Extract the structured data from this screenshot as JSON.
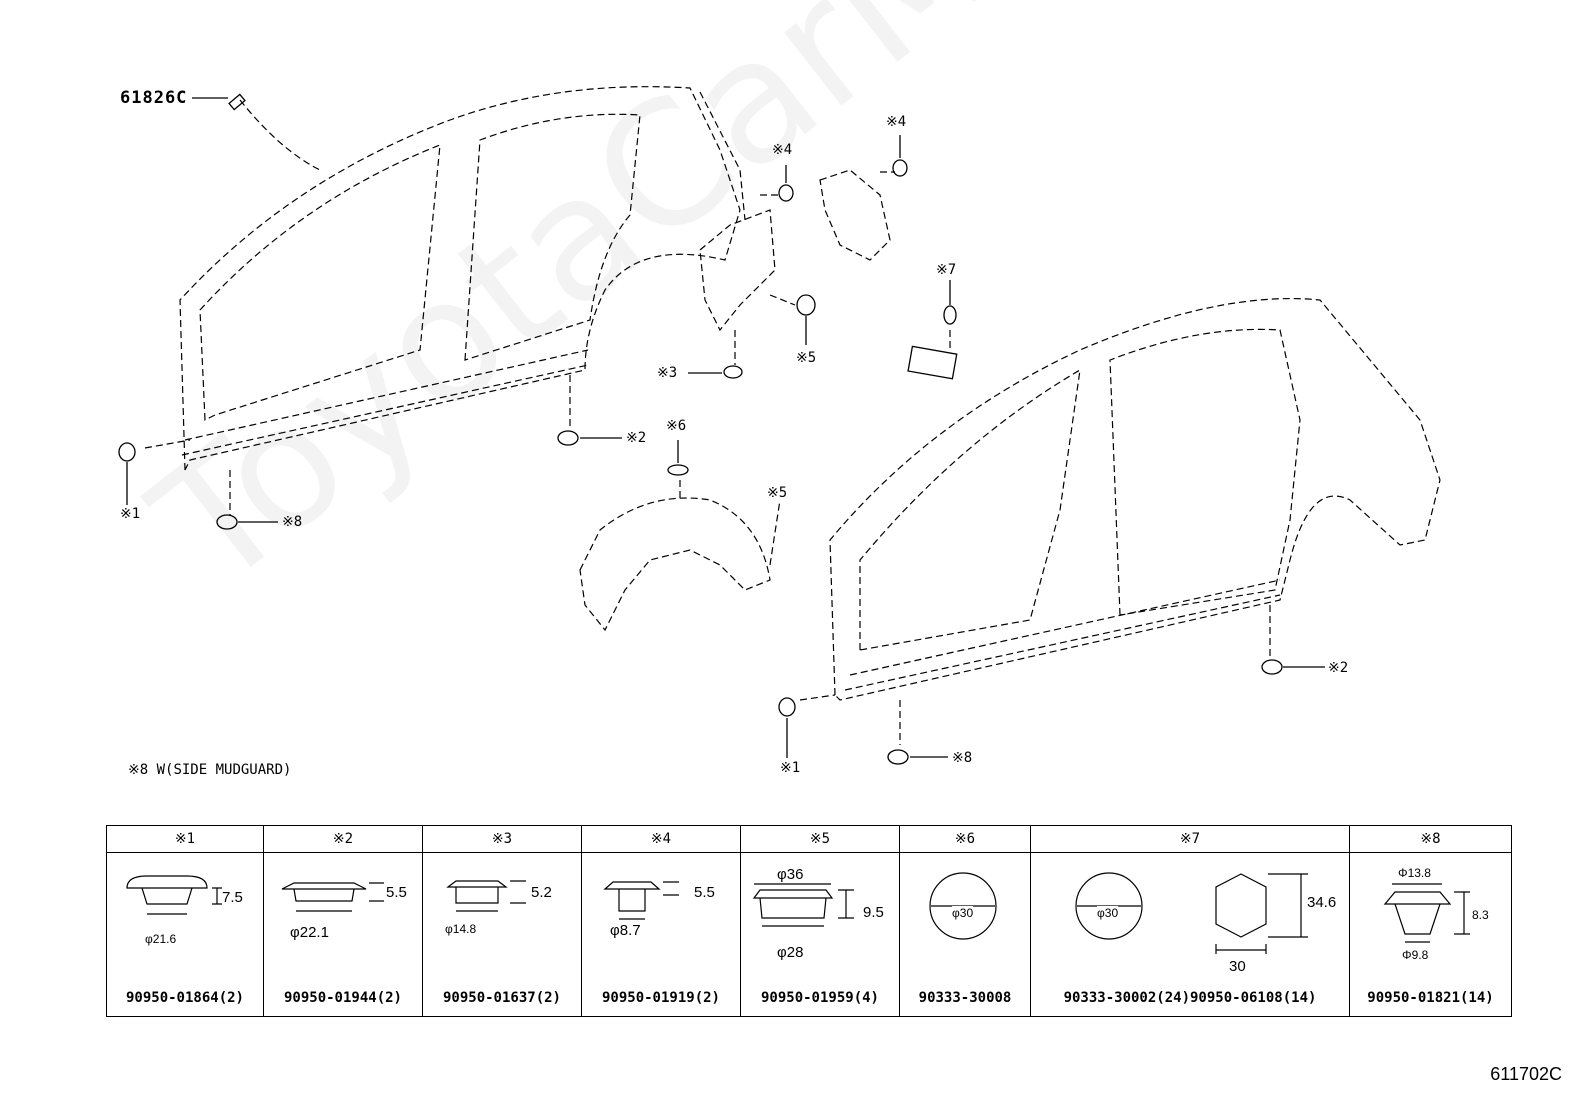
{
  "diagram": {
    "part_label_61826c": "61826C",
    "callouts": {
      "c1": "※1",
      "c2": "※2",
      "c3": "※3",
      "c4": "※4",
      "c5": "※5",
      "c6": "※6",
      "c7": "※7",
      "c8": "※8"
    },
    "note": "※8 W(SIDE MUDGUARD)",
    "watermark": "ToyotaCarMine.ru",
    "drawing_number": "611702C"
  },
  "legend": {
    "cells": [
      {
        "header": "※1",
        "part": "90950-01864(2)",
        "dims": [
          "7.5",
          "φ21.6"
        ]
      },
      {
        "header": "※2",
        "part": "90950-01944(2)",
        "dims": [
          "5.5",
          "φ22.1"
        ]
      },
      {
        "header": "※3",
        "part": "90950-01637(2)",
        "dims": [
          "5.2",
          "φ14.8"
        ]
      },
      {
        "header": "※4",
        "part": "90950-01919(2)",
        "dims": [
          "5.5",
          "φ8.7"
        ]
      },
      {
        "header": "※5",
        "part": "90950-01959(4)",
        "dims": [
          "φ36",
          "9.5",
          "φ28"
        ]
      },
      {
        "header": "※6",
        "part": "90333-30008",
        "dims": [
          "φ30"
        ]
      },
      {
        "header": "※7",
        "part": "90333-30002(24)90950-06108(14)",
        "dims": [
          "φ30",
          "34.6",
          "30"
        ]
      },
      {
        "header": "※8",
        "part": "90950-01821(14)",
        "dims": [
          "Φ13.8",
          "8.3",
          "Φ9.8"
        ]
      }
    ]
  }
}
